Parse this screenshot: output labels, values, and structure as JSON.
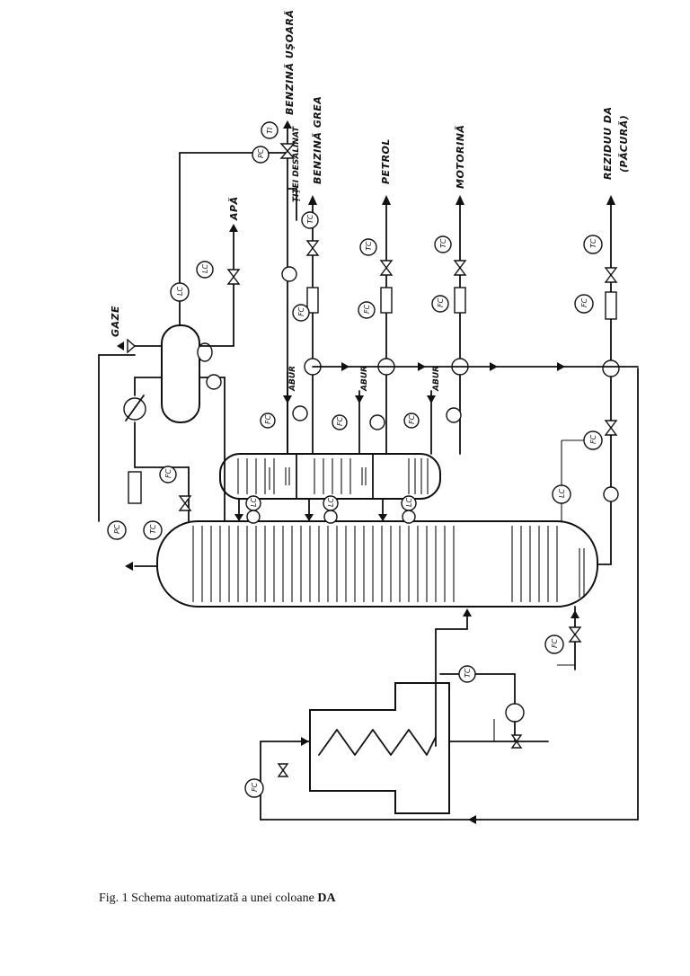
{
  "caption": {
    "text": "Fig. 1 Schema automatizată a unei coloane ",
    "bold": "DA"
  },
  "labels": {
    "benzina_usoara": "BENZINĂ UŞOARĂ",
    "benzina_grea": "BENZINĂ GREA",
    "titei_desalinat": "ŢIŢEI DESALINAT",
    "petrol": "PETROL",
    "motorina": "MOTORINĂ",
    "reziduu": "REZIDUU DA",
    "pacura": "(PĂCURĂ)",
    "gaze": "GAZE",
    "apa": "APĂ",
    "abur": "ABUR"
  },
  "instruments": {
    "pc": "PC",
    "tc": "TC",
    "ti": "TI",
    "lc": "LC",
    "fc": "FC",
    "ti2": "TI"
  }
}
